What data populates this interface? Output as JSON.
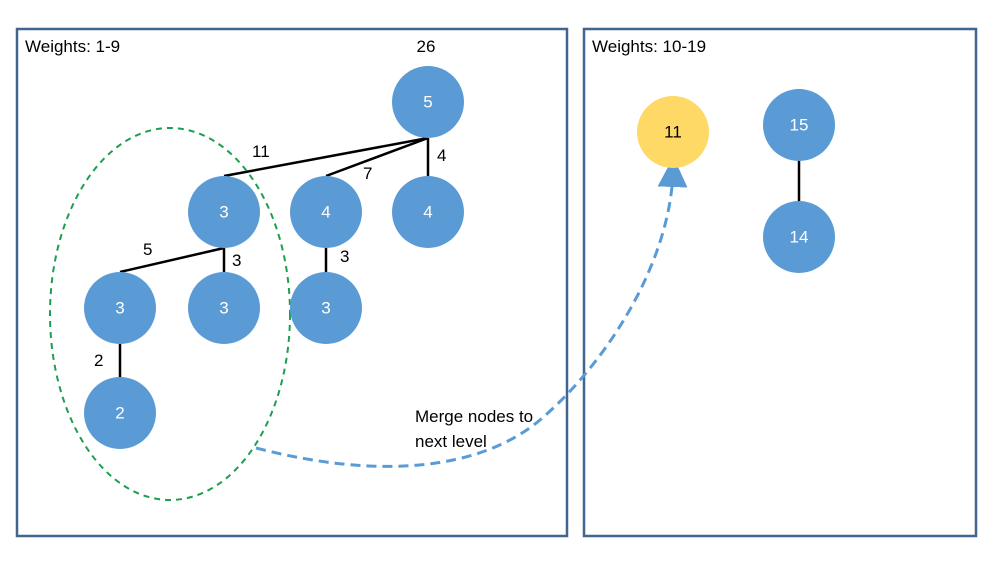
{
  "colors": {
    "node_blue": "#5b9bd5",
    "node_yellow": "#ffd966",
    "panel_border": "#41668e",
    "group_outline": "#1e9e4f",
    "arrow": "#5b9bd5"
  },
  "left_panel": {
    "title": "Weights: 1-9",
    "root_total": "26",
    "nodes": {
      "root": "5",
      "a": "3",
      "b": "4",
      "c": "4",
      "d": "3",
      "e": "3",
      "f": "3",
      "g": "2"
    },
    "edges": {
      "root_a": "11",
      "root_b": "7",
      "root_c": "4",
      "a_d": "5",
      "a_e": "3",
      "b_f": "3",
      "d_g": "2"
    }
  },
  "right_panel": {
    "title": "Weights: 10-19",
    "nodes": {
      "merged": "11",
      "top": "15",
      "bottom": "14"
    }
  },
  "annotation": {
    "line1": "Merge nodes to",
    "line2": "next level"
  }
}
